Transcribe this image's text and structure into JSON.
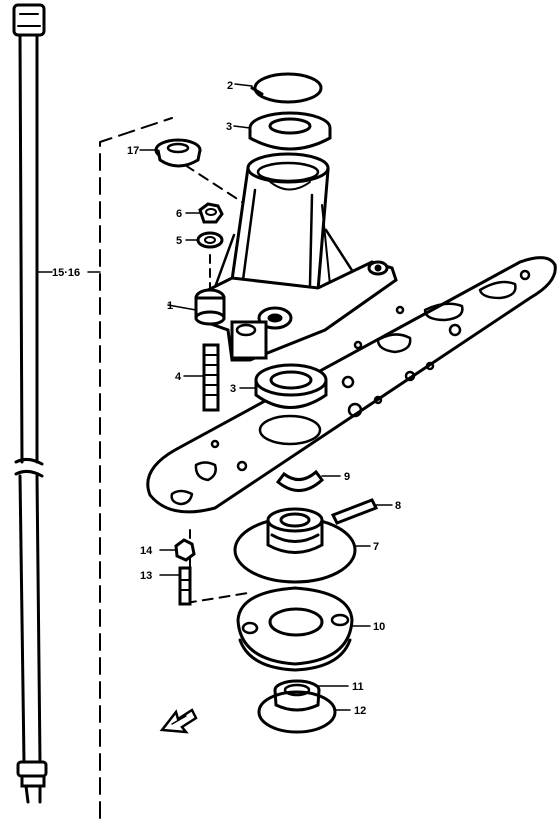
{
  "callouts": {
    "c1": "1",
    "c2": "2",
    "c3a": "3",
    "c3b": "3",
    "c4": "4",
    "c5": "5",
    "c6": "6",
    "c7": "7",
    "c8": "8",
    "c9": "9",
    "c10": "10",
    "c11": "11",
    "c12": "12",
    "c13": "13",
    "c14": "14",
    "c1516": "15·16",
    "c17": "17"
  }
}
